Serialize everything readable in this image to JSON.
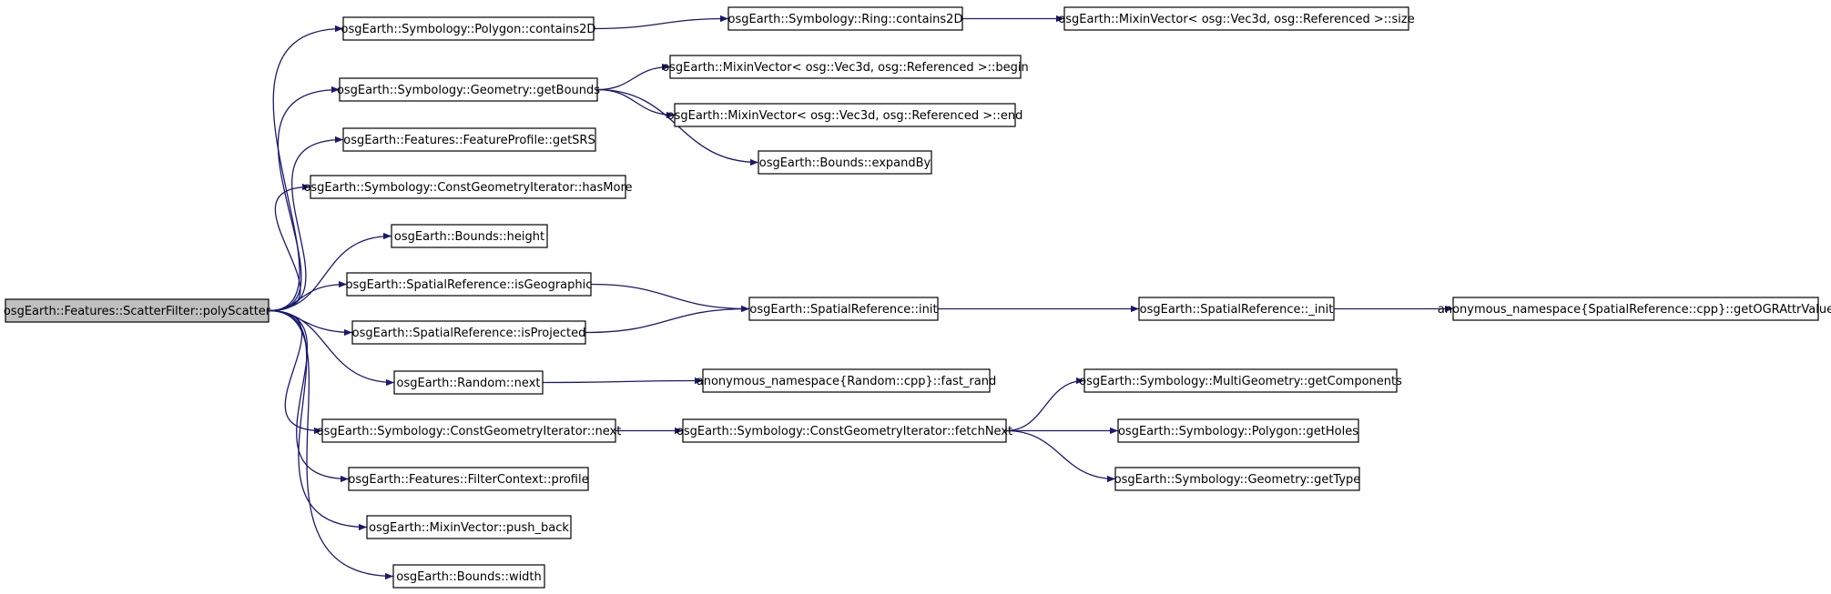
{
  "graph": {
    "edge_color": "#191970",
    "root_fill": "#bfbfbf",
    "node_fill": "#ffffff",
    "nodes": [
      {
        "id": "polyScatter",
        "label": "osgEarth::Features::ScatterFilter::polyScatter",
        "root": true
      },
      {
        "id": "poly_contains2D",
        "label": "osgEarth::Symbology::Polygon::contains2D"
      },
      {
        "id": "ring_contains2D",
        "label": "osgEarth::Symbology::Ring::contains2D"
      },
      {
        "id": "mixin_size",
        "label": "osgEarth::MixinVector< osg::Vec3d, osg::Referenced >::size"
      },
      {
        "id": "geom_getBounds",
        "label": "osgEarth::Symbology::Geometry::getBounds"
      },
      {
        "id": "mixin_begin",
        "label": "osgEarth::MixinVector< osg::Vec3d, osg::Referenced >::begin"
      },
      {
        "id": "mixin_end",
        "label": "osgEarth::MixinVector< osg::Vec3d, osg::Referenced >::end"
      },
      {
        "id": "bounds_expandBy",
        "label": "osgEarth::Bounds::expandBy"
      },
      {
        "id": "getSRS",
        "label": "osgEarth::Features::FeatureProfile::getSRS"
      },
      {
        "id": "hasMore",
        "label": "osgEarth::Symbology::ConstGeometryIterator::hasMore"
      },
      {
        "id": "bounds_height",
        "label": "osgEarth::Bounds::height"
      },
      {
        "id": "isGeographic",
        "label": "osgEarth::SpatialReference::isGeographic"
      },
      {
        "id": "sr_init",
        "label": "osgEarth::SpatialReference::init"
      },
      {
        "id": "sr__init",
        "label": "osgEarth::SpatialReference::_init"
      },
      {
        "id": "getOGRAttrValue",
        "label": "anonymous_namespace{SpatialReference::cpp}::getOGRAttrValue"
      },
      {
        "id": "isProjected",
        "label": "osgEarth::SpatialReference::isProjected"
      },
      {
        "id": "random_next",
        "label": "osgEarth::Random::next"
      },
      {
        "id": "fast_rand",
        "label": "anonymous_namespace{Random::cpp}::fast_rand"
      },
      {
        "id": "getComponents",
        "label": "osgEarth::Symbology::MultiGeometry::getComponents"
      },
      {
        "id": "cgi_next",
        "label": "osgEarth::Symbology::ConstGeometryIterator::next"
      },
      {
        "id": "fetchNext",
        "label": "osgEarth::Symbology::ConstGeometryIterator::fetchNext"
      },
      {
        "id": "getHoles",
        "label": "osgEarth::Symbology::Polygon::getHoles"
      },
      {
        "id": "getType",
        "label": "osgEarth::Symbology::Geometry::getType"
      },
      {
        "id": "profile",
        "label": "osgEarth::Features::FilterContext::profile"
      },
      {
        "id": "push_back",
        "label": "osgEarth::MixinVector::push_back"
      },
      {
        "id": "bounds_width",
        "label": "osgEarth::Bounds::width"
      }
    ],
    "edges": [
      {
        "from": "polyScatter",
        "to": "poly_contains2D"
      },
      {
        "from": "polyScatter",
        "to": "geom_getBounds"
      },
      {
        "from": "polyScatter",
        "to": "getSRS"
      },
      {
        "from": "polyScatter",
        "to": "hasMore"
      },
      {
        "from": "polyScatter",
        "to": "bounds_height"
      },
      {
        "from": "polyScatter",
        "to": "isGeographic"
      },
      {
        "from": "polyScatter",
        "to": "isProjected"
      },
      {
        "from": "polyScatter",
        "to": "random_next"
      },
      {
        "from": "polyScatter",
        "to": "cgi_next"
      },
      {
        "from": "polyScatter",
        "to": "profile"
      },
      {
        "from": "polyScatter",
        "to": "push_back"
      },
      {
        "from": "polyScatter",
        "to": "bounds_width"
      },
      {
        "from": "poly_contains2D",
        "to": "ring_contains2D"
      },
      {
        "from": "ring_contains2D",
        "to": "mixin_size"
      },
      {
        "from": "geom_getBounds",
        "to": "mixin_begin"
      },
      {
        "from": "geom_getBounds",
        "to": "mixin_end"
      },
      {
        "from": "geom_getBounds",
        "to": "bounds_expandBy"
      },
      {
        "from": "isGeographic",
        "to": "sr_init"
      },
      {
        "from": "isProjected",
        "to": "sr_init"
      },
      {
        "from": "sr_init",
        "to": "sr__init"
      },
      {
        "from": "sr__init",
        "to": "getOGRAttrValue"
      },
      {
        "from": "random_next",
        "to": "fast_rand"
      },
      {
        "from": "cgi_next",
        "to": "fetchNext"
      },
      {
        "from": "fetchNext",
        "to": "getComponents"
      },
      {
        "from": "fetchNext",
        "to": "getHoles"
      },
      {
        "from": "fetchNext",
        "to": "getType"
      }
    ]
  }
}
